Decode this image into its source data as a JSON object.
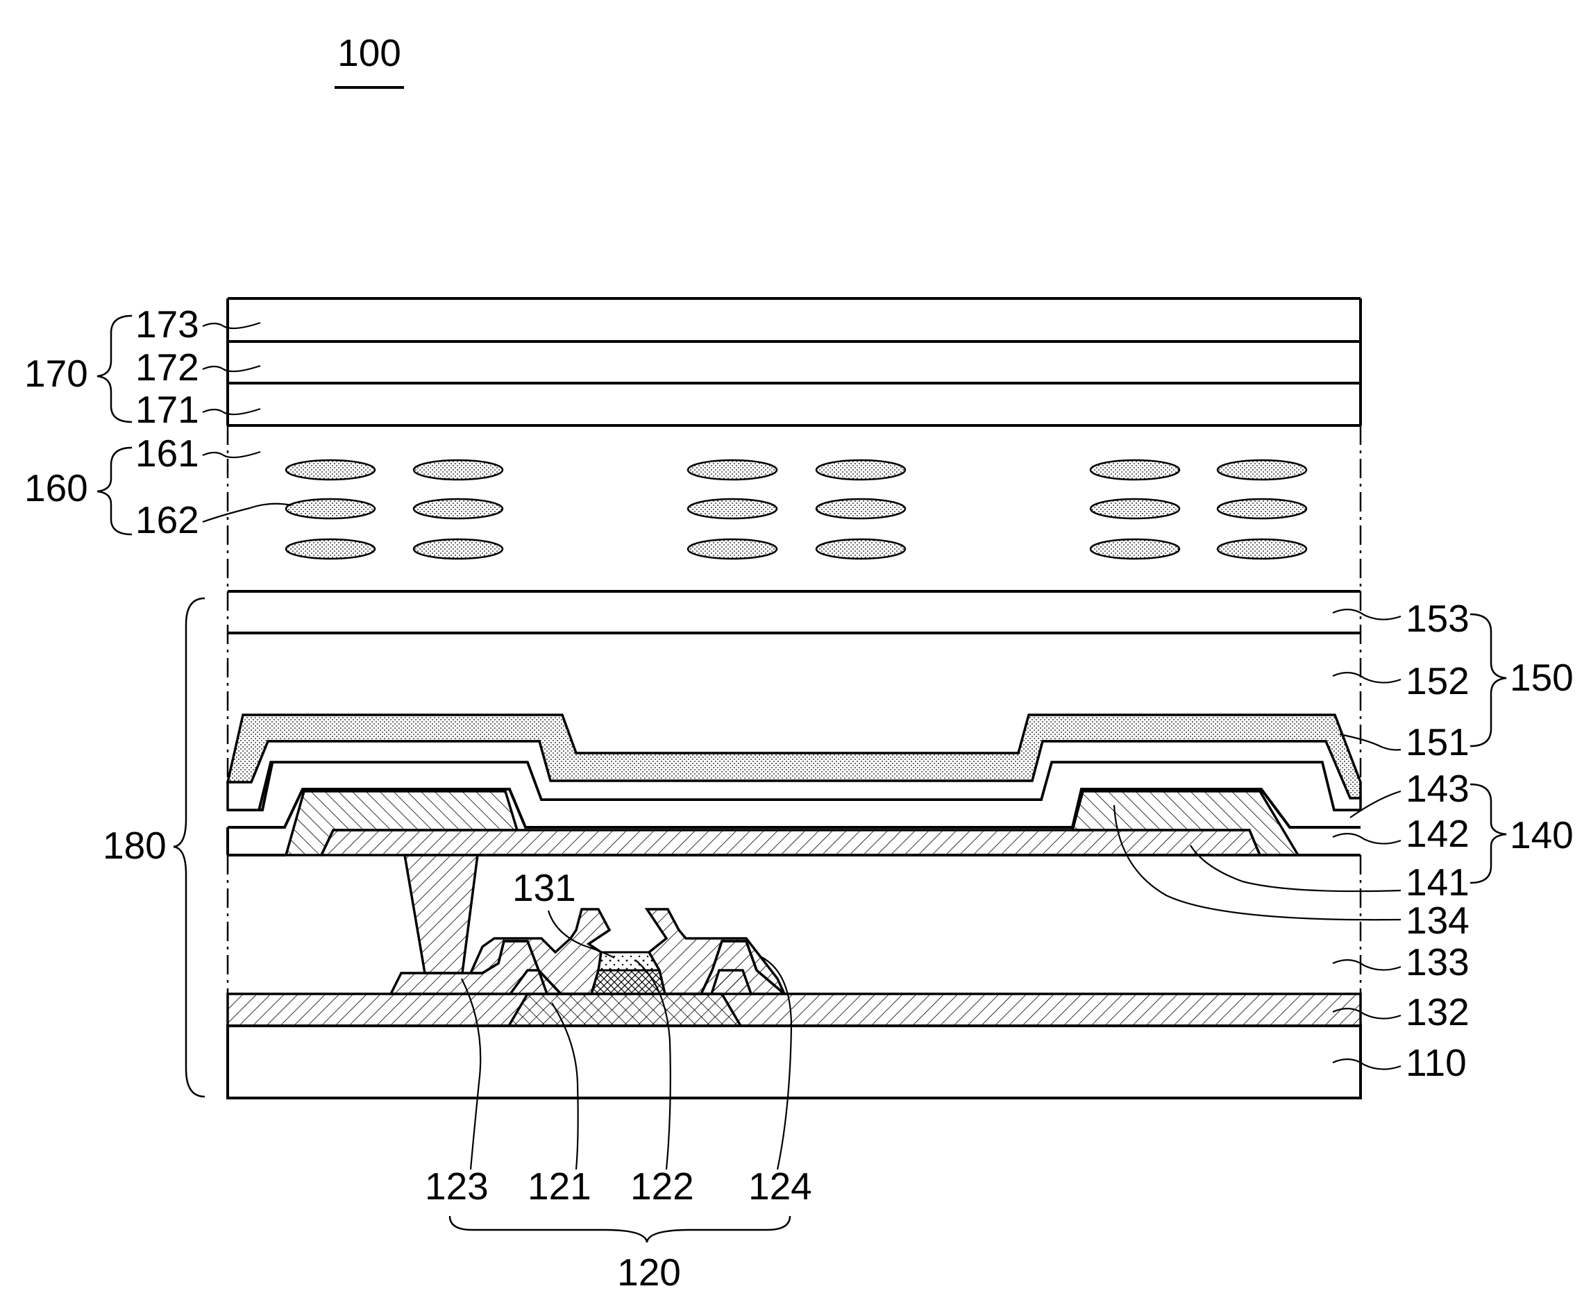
{
  "figure": {
    "label": "100",
    "colors": {
      "line": "#000000",
      "background": "#ffffff",
      "stipple": "#d9d9d9"
    }
  },
  "labels": {
    "l173": "173",
    "l172": "172",
    "l171": "171",
    "l170": "170",
    "l161": "161",
    "l162": "162",
    "l160": "160",
    "l153": "153",
    "l152": "152",
    "l151": "151",
    "l150": "150",
    "l143": "143",
    "l142": "142",
    "l141": "141",
    "l140": "140",
    "l134": "134",
    "l133": "133",
    "l132": "132",
    "l110": "110",
    "l131": "131",
    "l180": "180",
    "l123": "123",
    "l121": "121",
    "l122": "122",
    "l124": "124",
    "l120": "120"
  }
}
